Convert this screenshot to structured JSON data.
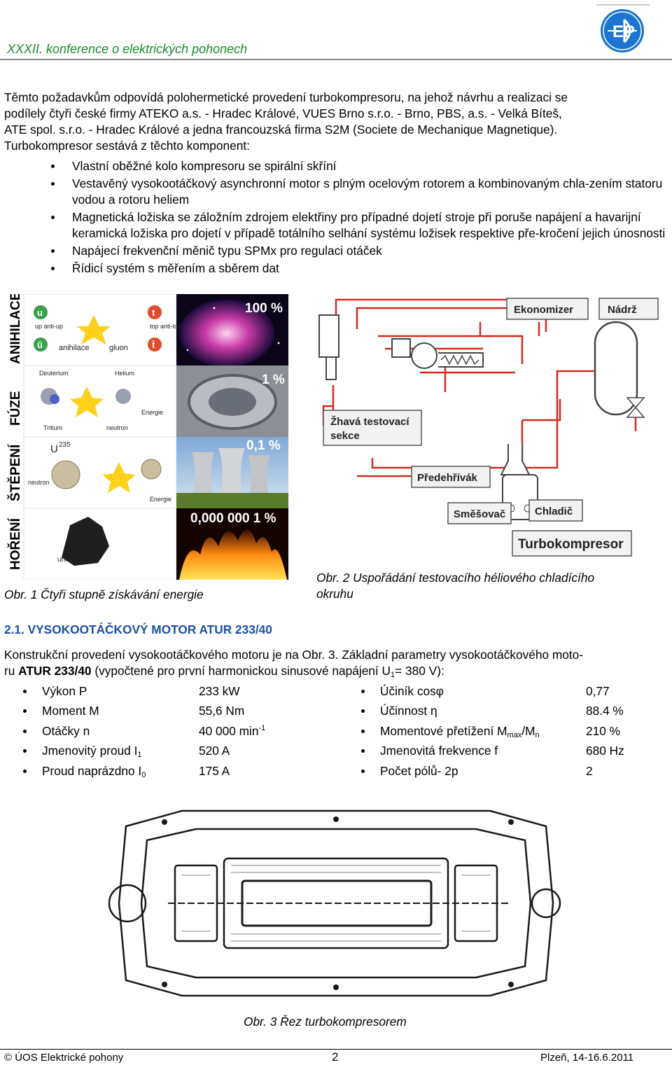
{
  "header": {
    "title": "XXXII. konference o elektrických pohonech",
    "logo_text": "EP"
  },
  "intro": {
    "line1": "Těmto požadavkům odpovídá polohermetické provedení turbokompresoru, na jehož návrhu a realizaci se",
    "line2": "podílely čtyři české firmy ATEKO a.s. - Hradec Králové, VUES Brno s.r.o. - Brno, PBS, a.s. - Velká Bíteš,",
    "line3": "ATE spol. s.r.o. - Hradec Králové a jedna francouzská firma S2M (Societe de Mechanique Magnetique).",
    "line4": "Turbokompresor sestává z těchto komponent:"
  },
  "components": [
    "Vlastní oběžné kolo kompresoru se spirální skříní",
    "Vestavěný vysokootáčkový asynchronní motor s plným ocelovým rotorem a kombinovaným chla-zením statoru vodou a rotoru heliem",
    "Magnetická ložiska se záložním zdrojem elektřiny pro případné dojetí stroje při poruše napájení a havarijní keramická ložiska pro dojetí v případě totálního selhání systému ložisek respektive pře-kročení jejich únosnosti",
    "Napájecí frekvenční měnič typu SPMx pro regulaci otáček",
    "Řídicí systém s měřením a sběrem dat"
  ],
  "figure1": {
    "rows": [
      {
        "side": "ANIHILACE",
        "percent": "100 %",
        "labels": [
          "u",
          "up anti-up",
          "ū",
          "anihilace",
          "gluon",
          "t",
          "top anti-top",
          "t̄"
        ]
      },
      {
        "side": "FÚZE",
        "percent": "1 %",
        "labels": [
          "Deuterium",
          "Helium",
          "Tritium",
          "neutron",
          "Energie"
        ]
      },
      {
        "side": "ŠTĚPENÍ",
        "percent": "0,1 %",
        "labels": [
          "U",
          "235",
          "neutron",
          "Energie"
        ]
      },
      {
        "side": "HOŘENÍ",
        "percent": "0,000 000 1 %",
        "labels": [
          "uhlí"
        ]
      }
    ],
    "caption": "Obr. 1 Čtyři stupně získávání energie"
  },
  "figure2": {
    "labels": {
      "economizer": "Ekonomizer",
      "tank": "Nádrž",
      "hot_section_1": "Žhavá testovací",
      "hot_section_2": "sekce",
      "preheater": "Předehřívák",
      "mixer": "Směšovač",
      "cooler": "Chladič",
      "turbo": "Turbokompresor"
    },
    "caption_line1": "Obr. 2 Uspořádání testovacího héliového chladícího",
    "caption_line2": "okruhu"
  },
  "section": {
    "title": "2.1. VYSOKOOTÁČKOVÝ MOTOR ATUR 233/40"
  },
  "body2": {
    "line1": "Konstrukční provedení vysokootáčkového motoru je na Obr. 3. Základní parametry vysokootáčkového moto-",
    "line2_a": "ru ",
    "line2_bold": "ATUR 233/40",
    "line2_b": " (vypočtené pro první harmonickou sinusové napájení U",
    "line2_sub": "1",
    "line2_c": "= 380 V):"
  },
  "params_left": [
    {
      "name": "Výkon P",
      "value": "233 kW"
    },
    {
      "name": "Moment M",
      "value": "55,6 Nm"
    },
    {
      "name": "Otáčky n",
      "value": "40 000 min",
      "value_sup": "-1"
    },
    {
      "name": "Jmenovitý proud I",
      "name_sub": "1",
      "value": "520 A"
    },
    {
      "name": "Proud naprázdno I",
      "name_sub": "0",
      "value": "175 A"
    }
  ],
  "params_right": [
    {
      "name": "Účiník cosφ",
      "value": "0,77"
    },
    {
      "name": "Účinnost η",
      "value": "88.4 %"
    },
    {
      "name": "Momentové přetížení M",
      "name_sub": "max",
      "name_b": "/M",
      "name_sub2": "n",
      "value": "210 %"
    },
    {
      "name": "Jmenovitá frekvence f",
      "value": "680 Hz"
    },
    {
      "name": "Počet pólů- 2p",
      "value": "2"
    }
  ],
  "figure3": {
    "caption": "Obr. 3 Řez turbokompresorem"
  },
  "footer": {
    "left": "© ÚOS Elektrické pohony",
    "center": "2",
    "right": "Plzeň, 14-16.6.2011"
  },
  "colors": {
    "header_green": "#1a8b2e",
    "section_blue": "#1a4fa8",
    "pipe_red": "#d42a1e",
    "logo_blue": "#1b74d0"
  }
}
